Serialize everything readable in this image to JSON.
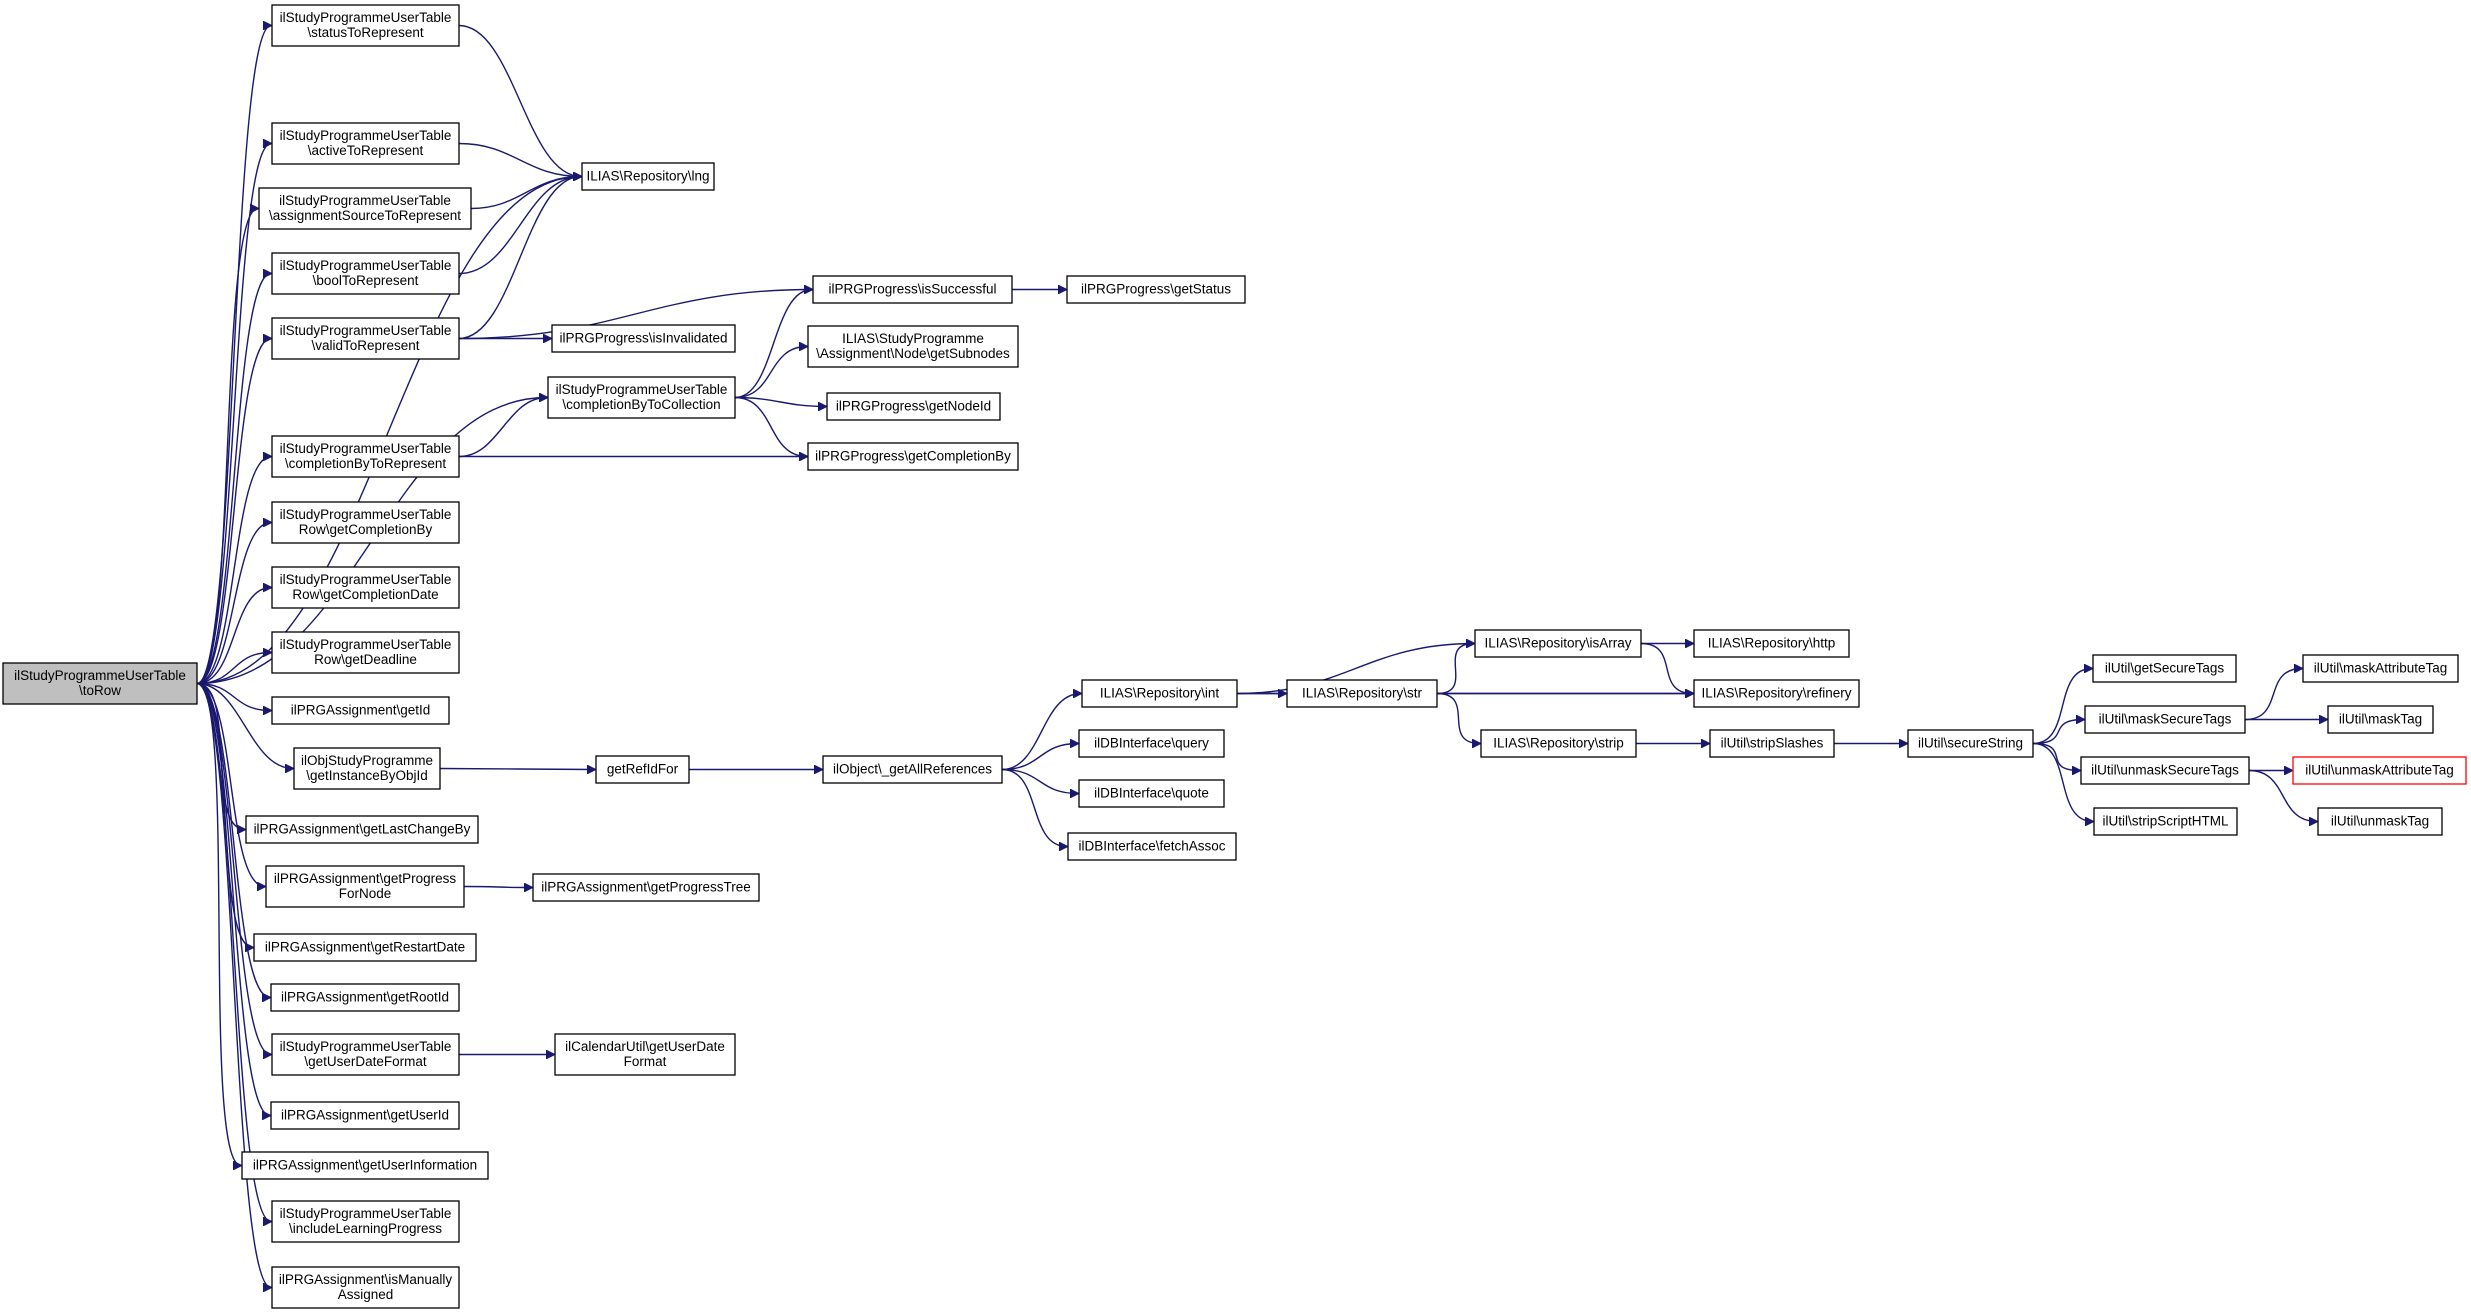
{
  "graph": {
    "edge_color": "#191970",
    "root_fill": "#bfbfbf",
    "highlight_border": "#ff0000",
    "nodes": [
      {
        "id": "root",
        "lines": [
          "ilStudyProgrammeUserTable",
          "\\toRow"
        ],
        "style": "root"
      },
      {
        "id": "statusTo",
        "lines": [
          "ilStudyProgrammeUserTable",
          "\\statusToRepresent"
        ]
      },
      {
        "id": "activeTo",
        "lines": [
          "ilStudyProgrammeUserTable",
          "\\activeToRepresent"
        ]
      },
      {
        "id": "assignSrc",
        "lines": [
          "ilStudyProgrammeUserTable",
          "\\assignmentSourceToRepresent"
        ]
      },
      {
        "id": "boolTo",
        "lines": [
          "ilStudyProgrammeUserTable",
          "\\boolToRepresent"
        ]
      },
      {
        "id": "validTo",
        "lines": [
          "ilStudyProgrammeUserTable",
          "\\validToRepresent"
        ]
      },
      {
        "id": "complByTo",
        "lines": [
          "ilStudyProgrammeUserTable",
          "\\completionByToRepresent"
        ]
      },
      {
        "id": "rowComplBy",
        "lines": [
          "ilStudyProgrammeUserTable",
          "Row\\getCompletionBy"
        ]
      },
      {
        "id": "rowComplDate",
        "lines": [
          "ilStudyProgrammeUserTable",
          "Row\\getCompletionDate"
        ]
      },
      {
        "id": "rowDeadline",
        "lines": [
          "ilStudyProgrammeUserTable",
          "Row\\getDeadline"
        ]
      },
      {
        "id": "asgGetId",
        "lines": [
          "ilPRGAssignment\\getId"
        ]
      },
      {
        "id": "objSP",
        "lines": [
          "ilObjStudyProgramme",
          "\\getInstanceByObjId"
        ]
      },
      {
        "id": "lastChange",
        "lines": [
          "ilPRGAssignment\\getLastChangeBy"
        ]
      },
      {
        "id": "progForNode",
        "lines": [
          "ilPRGAssignment\\getProgress",
          "ForNode"
        ]
      },
      {
        "id": "restartDate",
        "lines": [
          "ilPRGAssignment\\getRestartDate"
        ]
      },
      {
        "id": "rootId",
        "lines": [
          "ilPRGAssignment\\getRootId"
        ]
      },
      {
        "id": "userDateFmt",
        "lines": [
          "ilStudyProgrammeUserTable",
          "\\getUserDateFormat"
        ]
      },
      {
        "id": "userId",
        "lines": [
          "ilPRGAssignment\\getUserId"
        ]
      },
      {
        "id": "userInfo",
        "lines": [
          "ilPRGAssignment\\getUserInformation"
        ]
      },
      {
        "id": "inclLP",
        "lines": [
          "ilStudyProgrammeUserTable",
          "\\includeLearningProgress"
        ]
      },
      {
        "id": "manually",
        "lines": [
          "ilPRGAssignment\\isManually",
          "Assigned"
        ]
      },
      {
        "id": "lng",
        "lines": [
          "ILIAS\\Repository\\lng"
        ]
      },
      {
        "id": "complByColl",
        "lines": [
          "ilStudyProgrammeUserTable",
          "\\completionByToCollection"
        ]
      },
      {
        "id": "isSuccessful",
        "lines": [
          "ilPRGProgress\\isSuccessful"
        ]
      },
      {
        "id": "isInvalidated",
        "lines": [
          "ilPRGProgress\\isInvalidated"
        ]
      },
      {
        "id": "getSubnodes",
        "lines": [
          "ILIAS\\StudyProgramme",
          "\\Assignment\\Node\\getSubnodes"
        ]
      },
      {
        "id": "getNodeId",
        "lines": [
          "ilPRGProgress\\getNodeId"
        ]
      },
      {
        "id": "getComplBy",
        "lines": [
          "ilPRGProgress\\getCompletionBy"
        ]
      },
      {
        "id": "getStatus",
        "lines": [
          "ilPRGProgress\\getStatus"
        ]
      },
      {
        "id": "getRefIdFor",
        "lines": [
          "getRefIdFor"
        ]
      },
      {
        "id": "getAllRefs",
        "lines": [
          "ilObject\\_getAllReferences"
        ]
      },
      {
        "id": "progTree",
        "lines": [
          "ilPRGAssignment\\getProgressTree"
        ]
      },
      {
        "id": "calUtil",
        "lines": [
          "ilCalendarUtil\\getUserDate",
          "Format"
        ]
      },
      {
        "id": "repInt",
        "lines": [
          "ILIAS\\Repository\\int"
        ]
      },
      {
        "id": "dbQuery",
        "lines": [
          "ilDBInterface\\query"
        ]
      },
      {
        "id": "dbQuote",
        "lines": [
          "ilDBInterface\\quote"
        ]
      },
      {
        "id": "dbFetch",
        "lines": [
          "ilDBInterface\\fetchAssoc"
        ]
      },
      {
        "id": "repStr",
        "lines": [
          "ILIAS\\Repository\\str"
        ]
      },
      {
        "id": "repIsArray",
        "lines": [
          "ILIAS\\Repository\\isArray"
        ]
      },
      {
        "id": "repStrip",
        "lines": [
          "ILIAS\\Repository\\strip"
        ]
      },
      {
        "id": "repHttp",
        "lines": [
          "ILIAS\\Repository\\http"
        ]
      },
      {
        "id": "refinery",
        "lines": [
          "ILIAS\\Repository\\refinery"
        ]
      },
      {
        "id": "stripSlashes",
        "lines": [
          "ilUtil\\stripSlashes"
        ]
      },
      {
        "id": "secureString",
        "lines": [
          "ilUtil\\secureString"
        ]
      },
      {
        "id": "getSecureTags",
        "lines": [
          "ilUtil\\getSecureTags"
        ]
      },
      {
        "id": "maskSecureTags",
        "lines": [
          "ilUtil\\maskSecureTags"
        ]
      },
      {
        "id": "unmaskSecureTags",
        "lines": [
          "ilUtil\\unmaskSecureTags"
        ]
      },
      {
        "id": "stripScript",
        "lines": [
          "ilUtil\\stripScriptHTML"
        ]
      },
      {
        "id": "maskAttrTag",
        "lines": [
          "ilUtil\\maskAttributeTag"
        ]
      },
      {
        "id": "maskTag",
        "lines": [
          "ilUtil\\maskTag"
        ]
      },
      {
        "id": "unmaskAttrTag",
        "lines": [
          "ilUtil\\unmaskAttributeTag"
        ],
        "style": "red"
      },
      {
        "id": "unmaskTag",
        "lines": [
          "ilUtil\\unmaskTag"
        ]
      }
    ],
    "edges": [
      [
        "root",
        "statusTo"
      ],
      [
        "root",
        "lng"
      ],
      [
        "root",
        "activeTo"
      ],
      [
        "root",
        "assignSrc"
      ],
      [
        "root",
        "boolTo"
      ],
      [
        "root",
        "validTo"
      ],
      [
        "root",
        "complByColl"
      ],
      [
        "root",
        "complByTo"
      ],
      [
        "root",
        "rowComplBy"
      ],
      [
        "root",
        "rowComplDate"
      ],
      [
        "root",
        "rowDeadline"
      ],
      [
        "root",
        "asgGetId"
      ],
      [
        "root",
        "objSP"
      ],
      [
        "root",
        "lastChange"
      ],
      [
        "root",
        "progForNode"
      ],
      [
        "root",
        "restartDate"
      ],
      [
        "root",
        "rootId"
      ],
      [
        "root",
        "userDateFmt"
      ],
      [
        "root",
        "userId"
      ],
      [
        "root",
        "userInfo"
      ],
      [
        "root",
        "inclLP"
      ],
      [
        "root",
        "manually"
      ],
      [
        "statusTo",
        "lng"
      ],
      [
        "activeTo",
        "lng"
      ],
      [
        "assignSrc",
        "lng"
      ],
      [
        "boolTo",
        "lng"
      ],
      [
        "validTo",
        "lng"
      ],
      [
        "validTo",
        "isSuccessful"
      ],
      [
        "validTo",
        "isInvalidated"
      ],
      [
        "complByTo",
        "complByColl"
      ],
      [
        "complByTo",
        "getComplBy"
      ],
      [
        "complByColl",
        "isSuccessful"
      ],
      [
        "complByColl",
        "getSubnodes"
      ],
      [
        "complByColl",
        "getNodeId"
      ],
      [
        "complByColl",
        "getComplBy"
      ],
      [
        "isSuccessful",
        "getStatus"
      ],
      [
        "objSP",
        "getRefIdFor"
      ],
      [
        "getRefIdFor",
        "getAllRefs"
      ],
      [
        "progForNode",
        "progTree"
      ],
      [
        "userDateFmt",
        "calUtil"
      ],
      [
        "getAllRefs",
        "repInt"
      ],
      [
        "getAllRefs",
        "dbQuery"
      ],
      [
        "getAllRefs",
        "dbQuote"
      ],
      [
        "getAllRefs",
        "dbFetch"
      ],
      [
        "repInt",
        "repIsArray"
      ],
      [
        "repInt",
        "repStr"
      ],
      [
        "repInt",
        "refinery"
      ],
      [
        "repStr",
        "repIsArray"
      ],
      [
        "repStr",
        "refinery"
      ],
      [
        "repStr",
        "repStrip"
      ],
      [
        "repIsArray",
        "repHttp"
      ],
      [
        "repIsArray",
        "refinery"
      ],
      [
        "repStrip",
        "stripSlashes"
      ],
      [
        "stripSlashes",
        "secureString"
      ],
      [
        "secureString",
        "getSecureTags"
      ],
      [
        "secureString",
        "maskSecureTags"
      ],
      [
        "secureString",
        "unmaskSecureTags"
      ],
      [
        "secureString",
        "stripScript"
      ],
      [
        "maskSecureTags",
        "maskAttrTag"
      ],
      [
        "maskSecureTags",
        "maskTag"
      ],
      [
        "unmaskSecureTags",
        "unmaskAttrTag"
      ],
      [
        "unmaskSecureTags",
        "unmaskTag"
      ]
    ]
  }
}
